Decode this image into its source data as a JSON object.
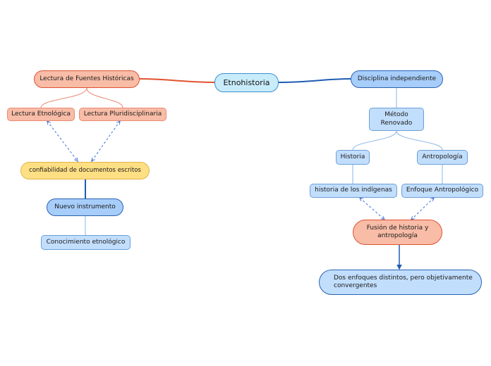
{
  "central": "Etnohistoria",
  "left": {
    "main": "Lectura de Fuentes Históricas",
    "sub1": "Lectura Etnológica",
    "sub2": "Lectura Pluridisciplinaria",
    "reliability": "confiabilidad de documentos escritos",
    "instrument": "Nuevo instrumento",
    "knowledge": "Conocimiento etnológico"
  },
  "right": {
    "main": "Disciplina independiente",
    "method": "Método Renovado",
    "history": "Historia",
    "anthropology": "Antropología",
    "indigenous": "historia de los indígenas",
    "approach": "Enfoque Antropológico",
    "fusion": "Fusión de historia y antropología",
    "conclusion": "Dos enfoques distintos, pero objetivamente convergentes"
  },
  "colors": {
    "red_line": "#e0522f",
    "blue_line": "#1f5cb0",
    "dash_line": "#3b6fd8",
    "thin_line": "#8ab4e8"
  }
}
